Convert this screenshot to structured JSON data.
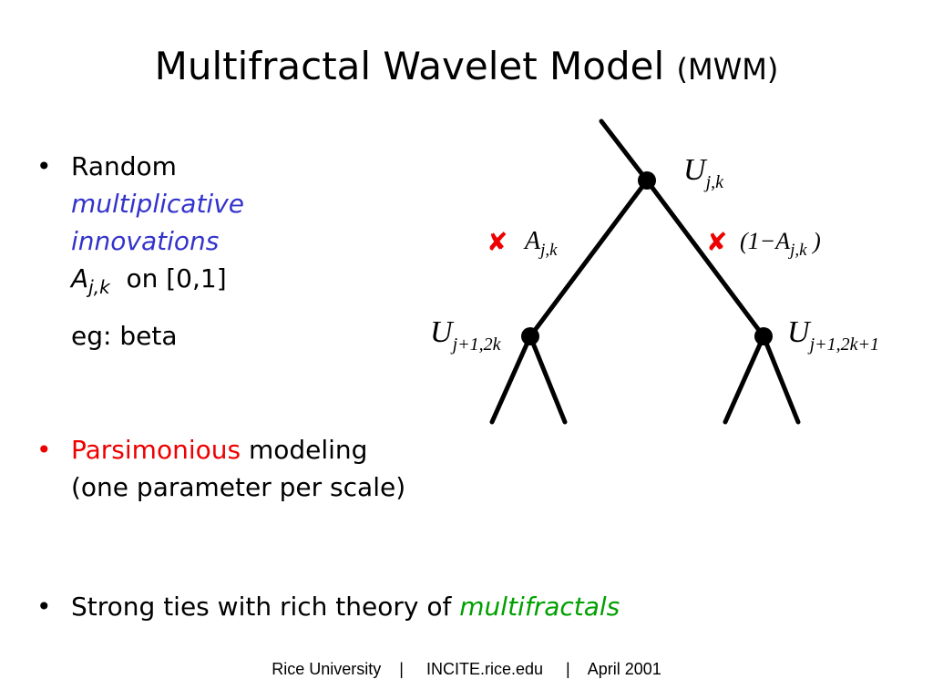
{
  "title": {
    "main": "Multifractal Wavelet Model",
    "abbr": "(MWM)"
  },
  "bullets": {
    "b1": {
      "line1": "Random",
      "line2": "multiplicative",
      "line3": "innovations",
      "var_base": "A",
      "var_sub": "j,k",
      "range": "on [0,1]",
      "example": "eg: beta"
    },
    "b2": {
      "highlight": "Parsimonious",
      "rest": " modeling",
      "line2": "(one parameter per scale)"
    },
    "b3": {
      "text": "Strong ties with rich theory of ",
      "highlight": "multifractals"
    }
  },
  "diagram": {
    "top_base": "U",
    "top_sub": "j,k",
    "left_mult_base": "A",
    "left_mult_sub": "j,k",
    "right_mult_pre": "(1−A",
    "right_mult_sub": "j,k",
    "right_mult_post": " )",
    "left_child_base": "U",
    "left_child_sub": "j+1,2k",
    "right_child_base": "U",
    "right_child_sub": "j+1,2k+1",
    "times_symbol": "✘"
  },
  "footer": "Rice University    |     INCITE.rice.edu     |    April 2001",
  "colors": {
    "blue": "#3333cc",
    "red": "#ee0000",
    "green": "#00a000"
  }
}
